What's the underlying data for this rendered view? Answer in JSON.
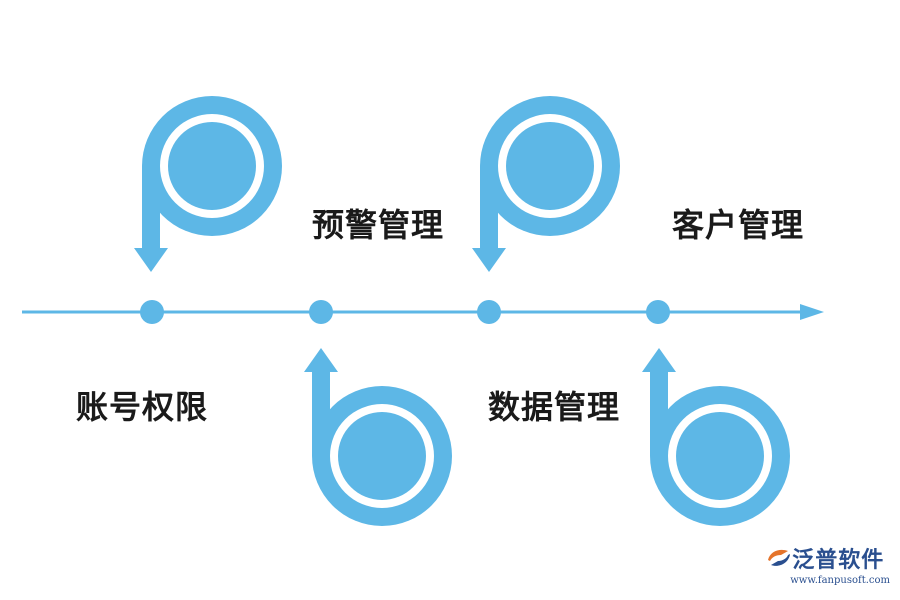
{
  "colors": {
    "accent": "#5db7e6",
    "text": "#1a1a1a",
    "brand": "#2a4f8f",
    "brand_secondary": "#e5742b"
  },
  "steps": [
    {
      "label": "账号权限"
    },
    {
      "label": "预警管理"
    },
    {
      "label": "数据管理"
    },
    {
      "label": "客户管理"
    }
  ],
  "brand": {
    "name": "泛普软件",
    "url": "www.fanpusoft.com",
    "logo_icon": "fanpu-logo-icon"
  }
}
